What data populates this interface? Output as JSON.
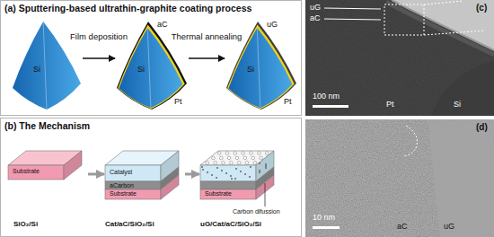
{
  "diagram": {
    "nodes": [
      {
        "text": [
          "(a) Sputtering-based ultrathin-graphite coating process"
        ]
      },
      {
        "text": [
          "Si"
        ],
        "in": 0
      },
      {
        "text": [
          "aC",
          "Si",
          "Pt"
        ],
        "in": 0
      },
      {
        "text": [
          "uG",
          "Si",
          "Pt"
        ],
        "in": 0
      },
      {
        "text": [
          "(b) The Mechanism"
        ]
      },
      {
        "text": [
          "Substrate",
          "SiO₂/Si"
        ],
        "in": 4
      },
      {
        "text": [
          "Catalyst",
          "aCarbon",
          "Substrate",
          "Cat/aC/SiO₂/Si"
        ],
        "in": 4
      },
      {
        "text": [
          "Substrate",
          "Carbon difussion",
          "uG/Cat/aC/SiO₂/Si"
        ],
        "in": 4
      }
    ],
    "edges": [
      {
        "from": 1,
        "to": 2,
        "arrow": "to",
        "label": "Film deposition"
      },
      {
        "from": 2,
        "to": 3,
        "arrow": "to",
        "label": "Thermal annealing"
      },
      {
        "from": 5,
        "to": 6,
        "arrow": "to"
      },
      {
        "from": 6,
        "to": 7,
        "arrow": "to"
      }
    ],
    "labels": [
      "(c)",
      "uG",
      "aC",
      "100 nm",
      "Pt",
      "Si",
      "(d)",
      "10 nm",
      "aC",
      "uG"
    ]
  }
}
